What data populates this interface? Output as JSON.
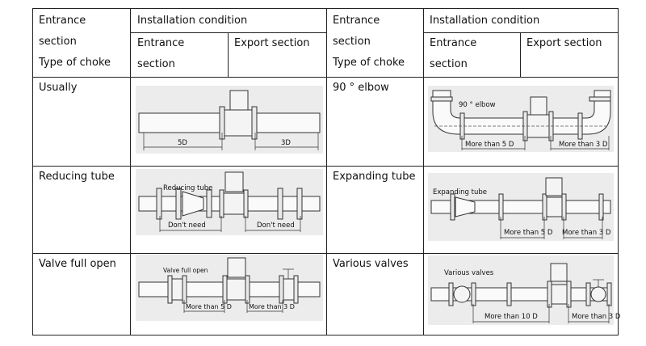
{
  "header": {
    "left_col1": [
      "Entrance",
      "section",
      "Type of choke"
    ],
    "left_install": "Installation condition",
    "left_entrance": [
      "Entrance",
      "section"
    ],
    "left_export": "Export section",
    "right_col1": [
      "Entrance",
      "section",
      "Type of choke"
    ],
    "right_install": "Installation condition",
    "right_entrance": [
      "Entrance",
      "section"
    ],
    "right_export": "Export section"
  },
  "rows": [
    {
      "left_label": "Usually",
      "right_label": "90 ° elbow"
    },
    {
      "left_label": "Reducing tube",
      "right_label": "Expanding tube"
    },
    {
      "left_label": "Valve full open",
      "right_label": "Various valves"
    }
  ],
  "figures": {
    "usually": {
      "upstream": "5D",
      "downstream": "3D"
    },
    "elbow": {
      "caption": "90 ° elbow",
      "upstream": "More than 5 D",
      "downstream": "More than 3 D"
    },
    "reducing": {
      "caption": "Reducing tube",
      "upstream": "Don't need",
      "downstream": "Don't need"
    },
    "expanding": {
      "caption": "Expanding tube",
      "upstream": "More than 5 D",
      "downstream": "More than 3 D"
    },
    "valve_open": {
      "caption": "Valve full open",
      "upstream": "More than 5 D",
      "downstream": "More than 3 D"
    },
    "various": {
      "caption": "Various valves",
      "upstream": "More than 10 D",
      "downstream": "More than 3 D"
    }
  }
}
